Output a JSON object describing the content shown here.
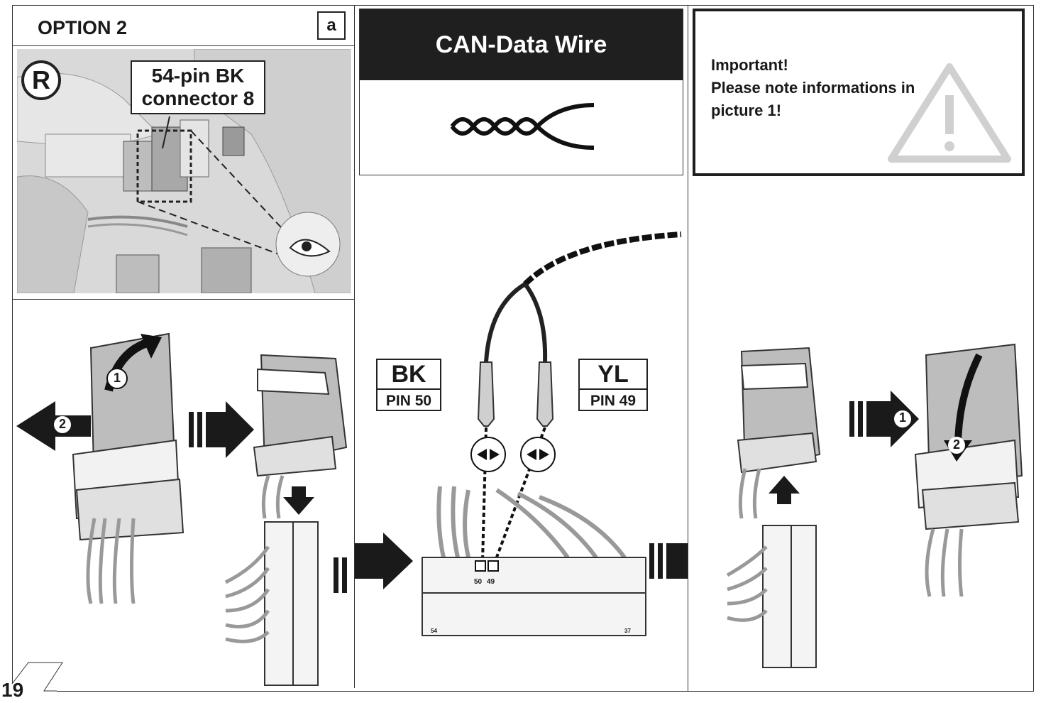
{
  "page_number": "19",
  "left_panel": {
    "option_title": "OPTION 2",
    "option_badge": "a",
    "side_marker": "R",
    "connector_callout_line1": "54-pin BK",
    "connector_callout_line2": "connector 8",
    "step_numbers": [
      "1",
      "2"
    ]
  },
  "middle_panel": {
    "header_title": "CAN-Data Wire",
    "wire_left": {
      "color_code": "BK",
      "pin": "PIN 50"
    },
    "wire_right": {
      "color_code": "YL",
      "pin": "PIN 49"
    },
    "connector_pin_labels": [
      "50",
      "49"
    ],
    "connector_end_labels": [
      "54",
      "37"
    ]
  },
  "right_panel": {
    "note_line1": "Important!",
    "note_line2": "Please note informations in",
    "note_line3": "picture 1!",
    "step_numbers": [
      "1",
      "2"
    ]
  },
  "colors": {
    "dark": "#1f1f1f",
    "photo_gray": "#d7d7d7",
    "part_gray": "#bdbdbd"
  }
}
